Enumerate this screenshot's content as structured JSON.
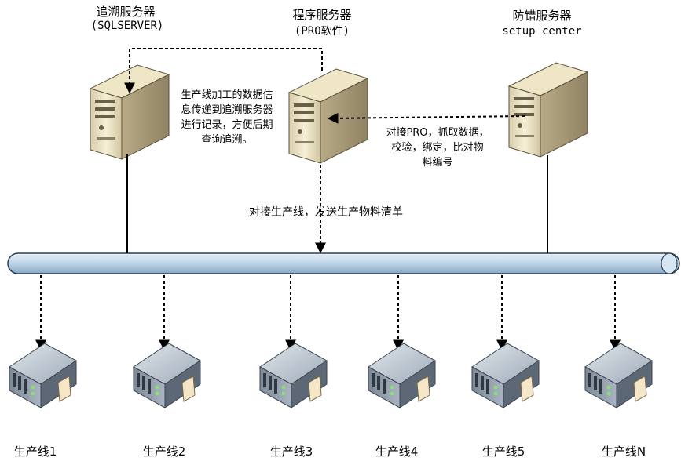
{
  "servers": {
    "trace": {
      "name": "追溯服务器",
      "sub": "(SQLSERVER)"
    },
    "program": {
      "name": "程序服务器",
      "sub": "(PRO软件)"
    },
    "errorproof": {
      "name": "防错服务器",
      "sub": "setup center"
    }
  },
  "notes": {
    "trace_line1": "生产线加工的数据信",
    "trace_line2": "息传递到追溯服务器",
    "trace_line3": "进行记录，方便后期",
    "trace_line4": "查询追溯。",
    "dock_line1": "对接PRO，抓取数据，",
    "dock_line2": "校验，绑定，比对物",
    "dock_line3": "料编号",
    "send": "对接生产线，发送生产物料清单"
  },
  "lines": [
    {
      "label": "生产线1"
    },
    {
      "label": "生产线2"
    },
    {
      "label": "生产线3"
    },
    {
      "label": "生产线4"
    },
    {
      "label": "生产线5"
    },
    {
      "label": "生产线N"
    }
  ],
  "colors": {
    "bus_fill": "#bdd3e6",
    "bus_stroke": "#2a3f55",
    "tower_light": "#f4ecd2",
    "tower_dark": "#9f9273",
    "rack_light": "#c9d2dc",
    "rack_dark": "#4c5866"
  }
}
